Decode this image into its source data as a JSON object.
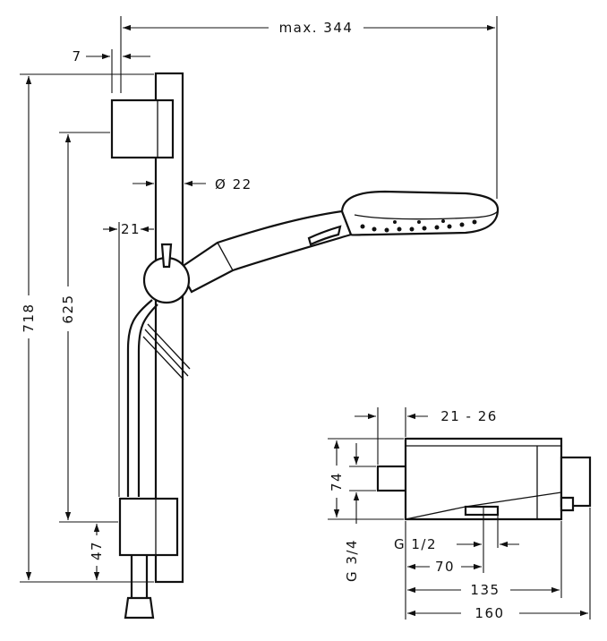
{
  "dimensions": {
    "max_reach": "max. 344",
    "wall_offset": "7",
    "rail_diameter": "Ø 22",
    "holder_offset": "21",
    "total_height": "718",
    "rail_height": "625",
    "bottom_offset": "47",
    "thermostat_depth": "21 - 26",
    "thermostat_height": "74",
    "inlet_thread": "G 3/4",
    "outlet_thread": "G 1/2",
    "outlet_distance": "70",
    "body_length": "135",
    "total_length": "160"
  }
}
